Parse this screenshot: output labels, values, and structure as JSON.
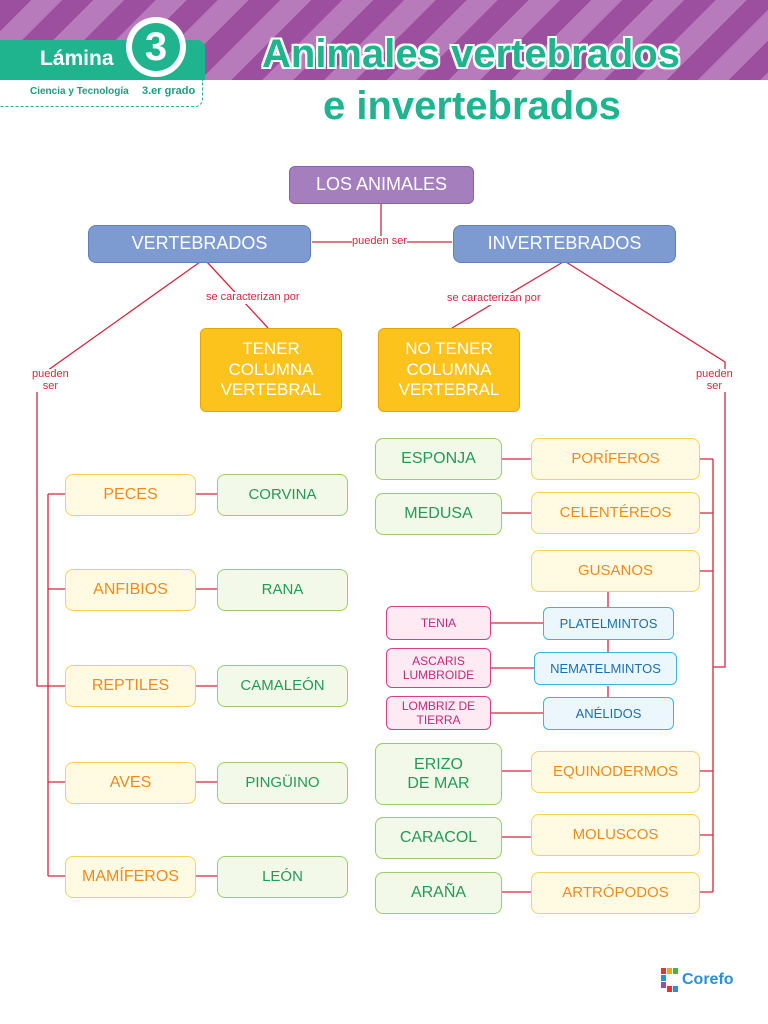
{
  "header": {
    "lamina_word": "Lámina",
    "lamina_number": "3",
    "subject": "Ciencia y Tecnología",
    "grade": "3.er grado",
    "title_line1": "Animales vertebrados",
    "title_line2": "e invertebrados"
  },
  "diagram": {
    "root": "LOS ANIMALES",
    "vertebrados": "VERTEBRADOS",
    "invertebrados": "INVERTEBRADOS",
    "link_pueden_ser": "pueden ser",
    "link_caracterizan_left": "se caracterizan por",
    "link_caracterizan_right": "se caracterizan por",
    "link_pueden_ser_left": "pueden\nser",
    "link_pueden_ser_right": "pueden\nser",
    "vert_trait": "TENER\nCOLUMNA\nVERTEBRAL",
    "invert_trait": "NO TENER\nCOLUMNA\nVERTEBRAL",
    "vertebrate_groups": [
      {
        "group": "PECES",
        "example": "CORVINA"
      },
      {
        "group": "ANFIBIOS",
        "example": "RANA"
      },
      {
        "group": "REPTILES",
        "example": "CAMALEÓN"
      },
      {
        "group": "AVES",
        "example": "PINGÜINO"
      },
      {
        "group": "MAMÍFEROS",
        "example": "LEÓN"
      }
    ],
    "invertebrate_groups": [
      {
        "example": "ESPONJA",
        "group": "PORÍFEROS"
      },
      {
        "example": "MEDUSA",
        "group": "CELENTÉREOS"
      },
      {
        "example": "ERIZO\nDE MAR",
        "group": "EQUINODERMOS"
      },
      {
        "example": "CARACOL",
        "group": "MOLUSCOS"
      },
      {
        "example": "ARAÑA",
        "group": "ARTRÓPODOS"
      }
    ],
    "gusanos": "GUSANOS",
    "worm_groups": [
      {
        "example": "TENIA",
        "group": "PLATELMINTOS"
      },
      {
        "example": "ASCARIS\nLUMBROIDE",
        "group": "NEMATELMINTOS"
      },
      {
        "example": "LOMBRIZ DE\nTIERRA",
        "group": "ANÉLIDOS"
      }
    ]
  },
  "footer": {
    "brand": "Corefo",
    "icon": "corefo-logo-icon"
  },
  "colors": {
    "accent": "#1fb38e",
    "stripe": "#9b4f9e",
    "connector": "#d7263d",
    "root": "#a57fbd",
    "category": "#7e9bd1",
    "trait": "#fbc31b",
    "group_text": "#f08a1c",
    "example_text": "#239a55"
  }
}
